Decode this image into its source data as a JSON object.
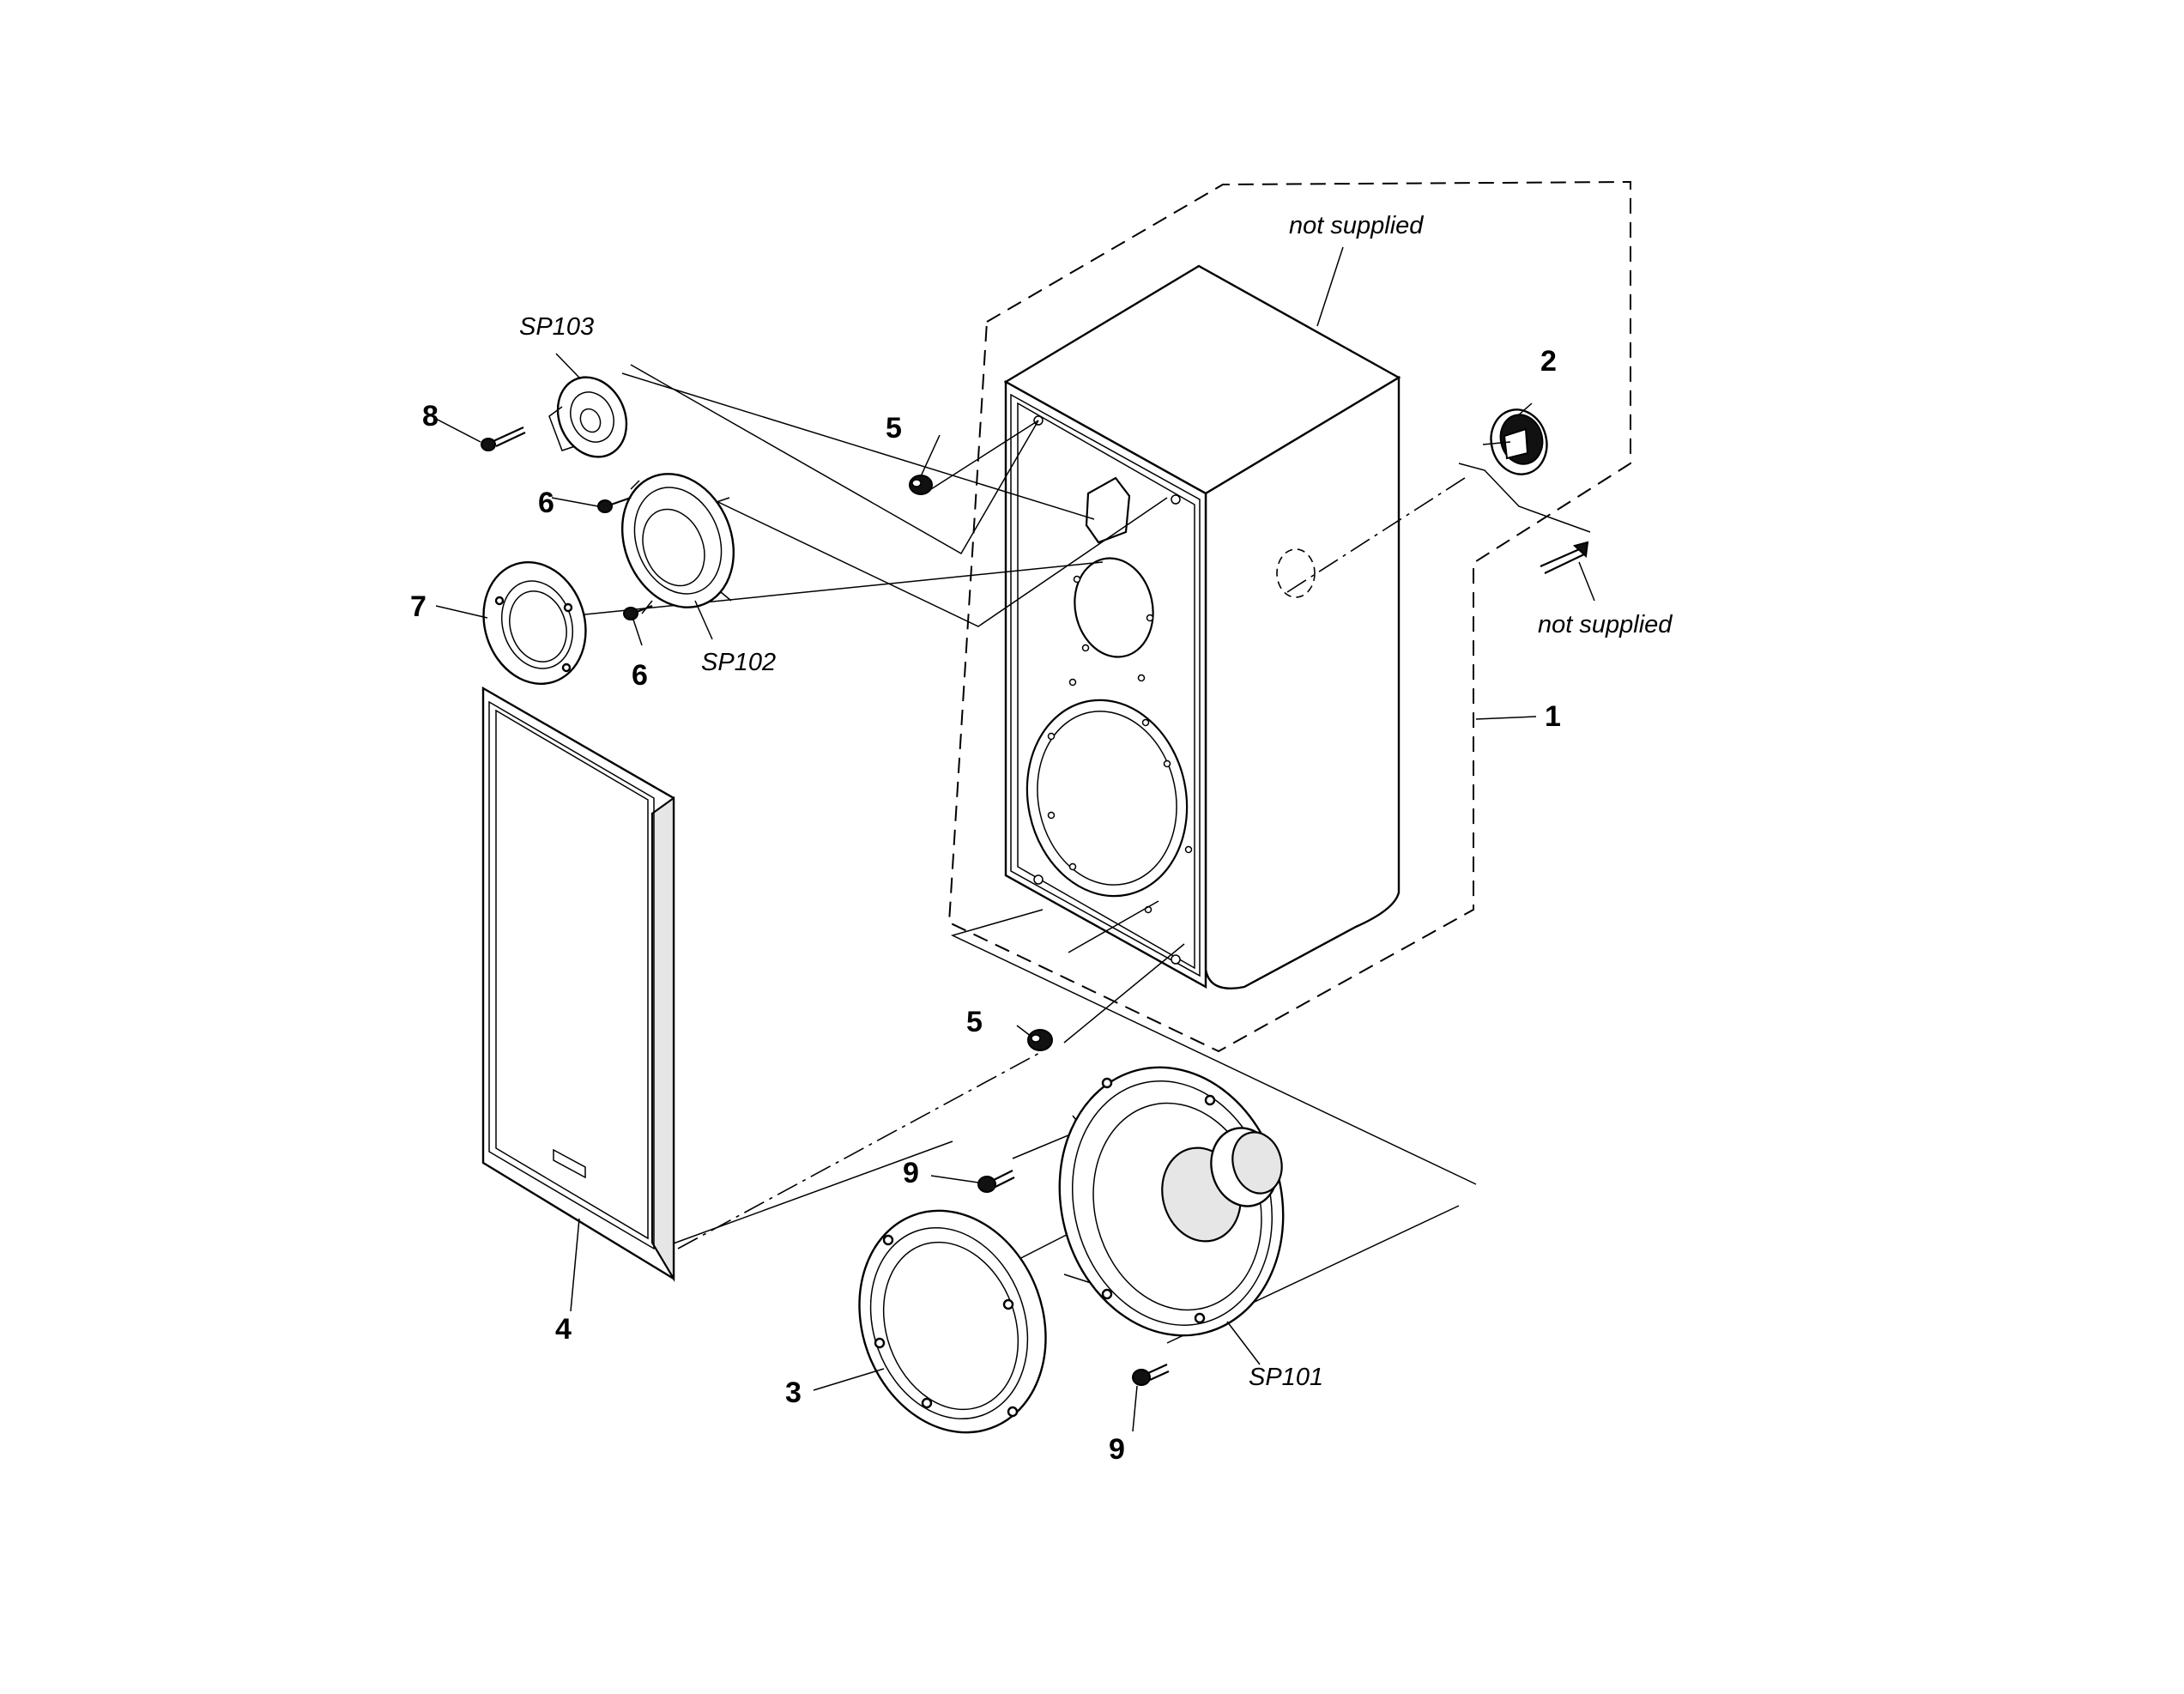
{
  "callouts": {
    "c1": "1",
    "c2": "2",
    "c3": "3",
    "c4": "4",
    "c5a": "5",
    "c5b": "5",
    "c6a": "6",
    "c6b": "6",
    "c7": "7",
    "c8": "8",
    "c9a": "9",
    "c9b": "9"
  },
  "refs": {
    "sp101": "SP101",
    "sp102": "SP102",
    "sp103": "SP103"
  },
  "notes": {
    "cabinet": "not supplied",
    "wire": "not supplied"
  }
}
